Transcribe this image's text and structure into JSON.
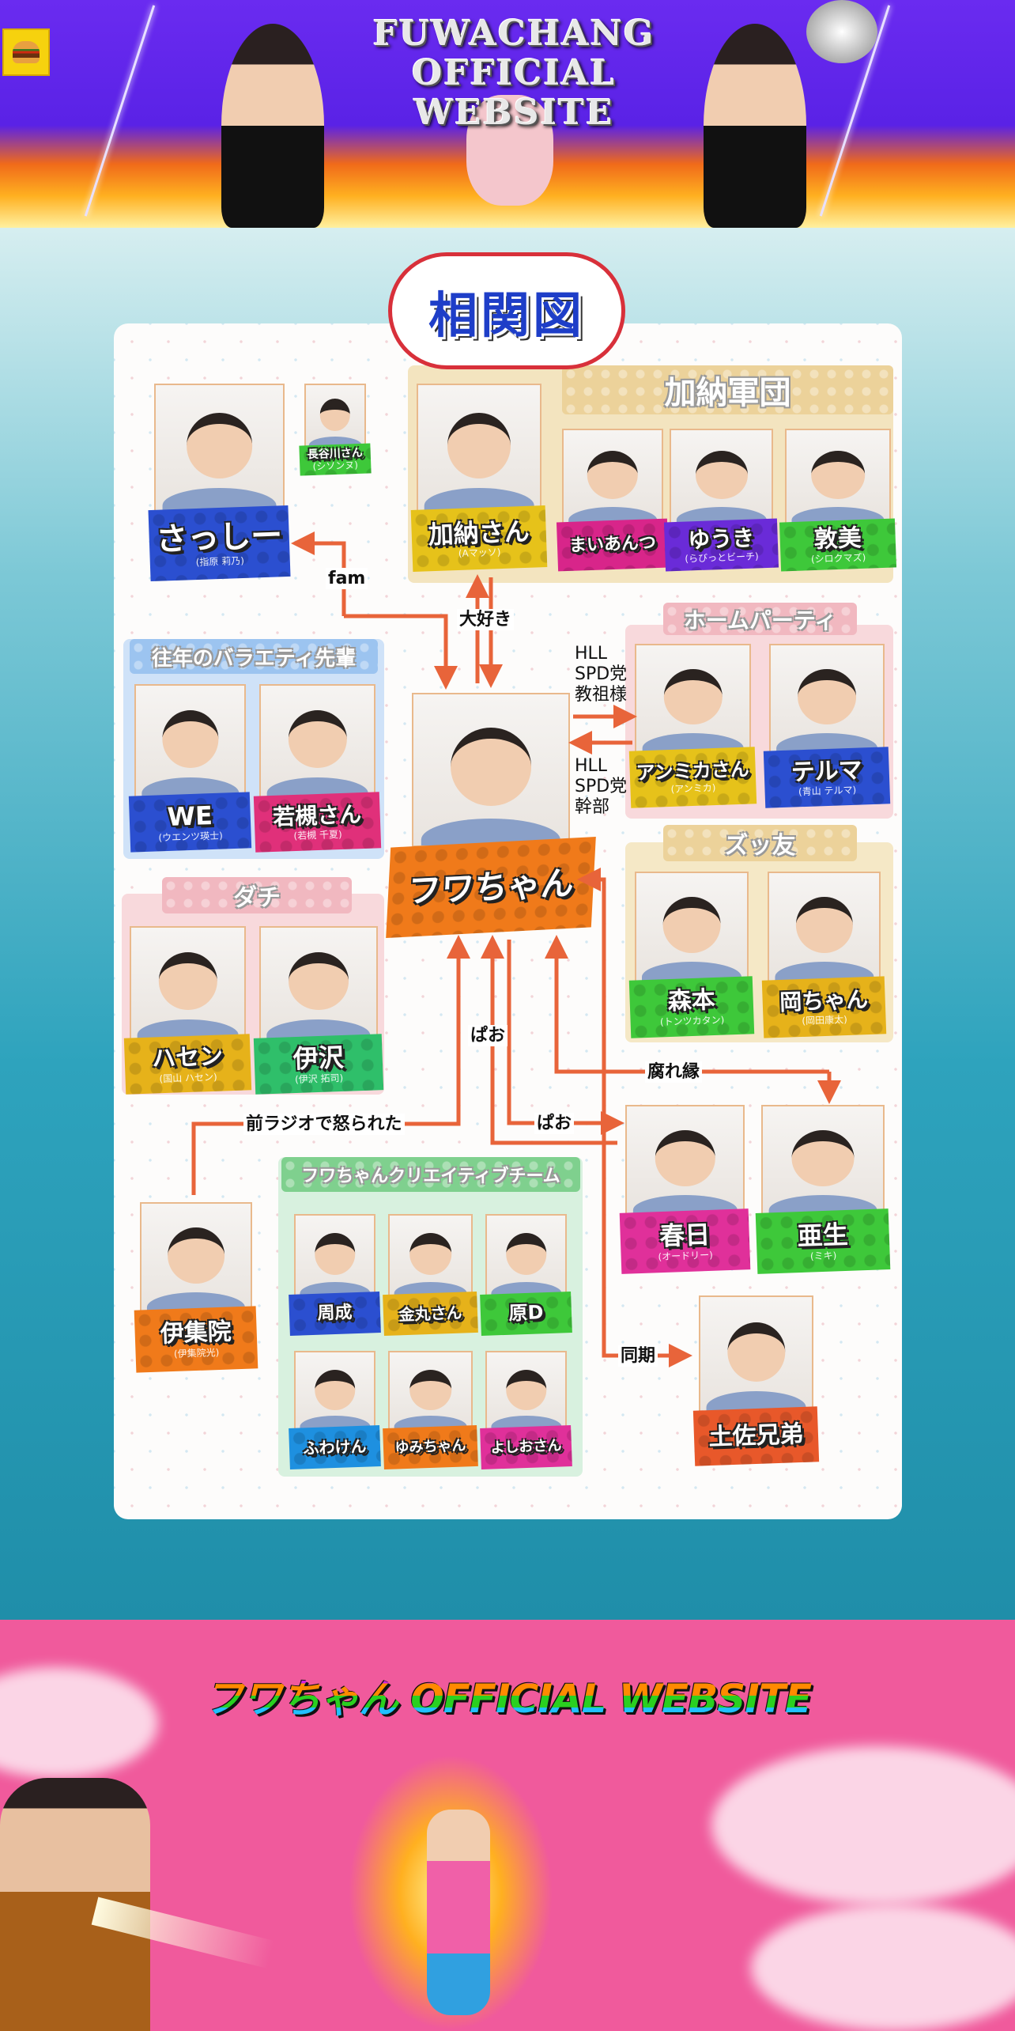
{
  "header": {
    "title": "FUWACHANG OFFICIAL WEBSITE",
    "menu_icon": "hamburger-burger-icon"
  },
  "diagram": {
    "title": "相関図"
  },
  "groups": [
    {
      "id": "kano-gundan",
      "label": "加納軍団",
      "bg": "#f3e4bf",
      "head": "#ecd29a"
    },
    {
      "id": "home-party",
      "label": "ホームパーティ",
      "bg": "#f8d9dc",
      "head": "#f1b8c0"
    },
    {
      "id": "ounen",
      "label": "往年のバラエティ先輩",
      "bg": "#cfe2f8",
      "head": "#9cc4f0"
    },
    {
      "id": "zuttomo",
      "label": "ズッ友",
      "bg": "#f5e8c6",
      "head": "#ecd29a"
    },
    {
      "id": "dachi",
      "label": "ダチ",
      "bg": "#f8d9dc",
      "head": "#f1b8c0"
    },
    {
      "id": "team",
      "label": "フワちゃんクリエイティブチーム",
      "bg": "#d8f1df",
      "head": "#7fd08e"
    }
  ],
  "cards": [
    {
      "id": "sasshi",
      "name": "さっしー",
      "sub": "(指原 莉乃)",
      "color": "#2b4fd0"
    },
    {
      "id": "hasegawa",
      "name": "長谷川さん",
      "sub": "(シソンヌ)",
      "color": "#3ec83a"
    },
    {
      "id": "kano",
      "name": "加納さん",
      "sub": "(Aマッソ)",
      "color": "#e6c21a"
    },
    {
      "id": "maiantsu",
      "name": "まいあんつ",
      "sub": "",
      "color": "#d8258a"
    },
    {
      "id": "yuuki",
      "name": "ゆうき",
      "sub": "(らびっとビーチ)",
      "color": "#6a2bd8"
    },
    {
      "id": "atsumi",
      "name": "敦美",
      "sub": "(シロクマズ)",
      "color": "#3ec83a"
    },
    {
      "id": "anmika",
      "name": "アンミカさん",
      "sub": "(アンミカ)",
      "color": "#e6c21a"
    },
    {
      "id": "teruma",
      "name": "テルマ",
      "sub": "(青山 テルマ)",
      "color": "#2b4fd0"
    },
    {
      "id": "we",
      "name": "WE",
      "sub": "(ウエンツ瑛士)",
      "color": "#2b4fd0"
    },
    {
      "id": "wakatsuki",
      "name": "若槻さん",
      "sub": "(若槻 千夏)",
      "color": "#e0307a"
    },
    {
      "id": "fuwa",
      "name": "フワちゃん",
      "sub": "",
      "color": "#f07a1a"
    },
    {
      "id": "morimoto",
      "name": "森本",
      "sub": "(トンツカタン)",
      "color": "#3ec83a"
    },
    {
      "id": "okachan",
      "name": "岡ちゃん",
      "sub": "(岡田康太)",
      "color": "#e6b21a"
    },
    {
      "id": "hasen",
      "name": "ハセン",
      "sub": "(国山 ハセン)",
      "color": "#e6b21a"
    },
    {
      "id": "izawa",
      "name": "伊沢",
      "sub": "(伊沢 拓司)",
      "color": "#2fbf6a"
    },
    {
      "id": "kasuga",
      "name": "春日",
      "sub": "(オードリー)",
      "color": "#e0309a"
    },
    {
      "id": "aio",
      "name": "亜生",
      "sub": "(ミキ)",
      "color": "#3ec83a"
    },
    {
      "id": "ijuin",
      "name": "伊集院",
      "sub": "(伊集院光)",
      "color": "#f07a1a"
    },
    {
      "id": "shusei",
      "name": "周成",
      "sub": "",
      "color": "#2b4fd0"
    },
    {
      "id": "kanemaru",
      "name": "金丸さん",
      "sub": "",
      "color": "#e6b21a"
    },
    {
      "id": "harad",
      "name": "原D",
      "sub": "",
      "color": "#3ec83a"
    },
    {
      "id": "fuwaken",
      "name": "ふわけん",
      "sub": "",
      "color": "#1e90e0"
    },
    {
      "id": "yumichan",
      "name": "ゆみちゃん",
      "sub": "",
      "color": "#f07a1a"
    },
    {
      "id": "yoshio",
      "name": "よしおさん",
      "sub": "",
      "color": "#e0309a"
    },
    {
      "id": "tosa",
      "name": "土佐兄弟",
      "sub": "",
      "color": "#e8582a"
    }
  ],
  "relations": [
    {
      "id": "fam",
      "label": "fam"
    },
    {
      "id": "daisuki",
      "label": "大好き"
    },
    {
      "id": "kyouso",
      "label": "HLL\nSPD党\n教祖様"
    },
    {
      "id": "kanbu",
      "label": "HLL\nSPD党\n幹部"
    },
    {
      "id": "radio",
      "label": "前ラジオで怒られた"
    },
    {
      "id": "pao1",
      "label": "ぱお"
    },
    {
      "id": "pao2",
      "label": "ぱお"
    },
    {
      "id": "kusare",
      "label": "腐れ縁"
    },
    {
      "id": "douki",
      "label": "同期"
    }
  ],
  "arrow_color": "#e8643a",
  "footer": {
    "title": "フワちゃん OFFICIAL WEBSITE"
  }
}
